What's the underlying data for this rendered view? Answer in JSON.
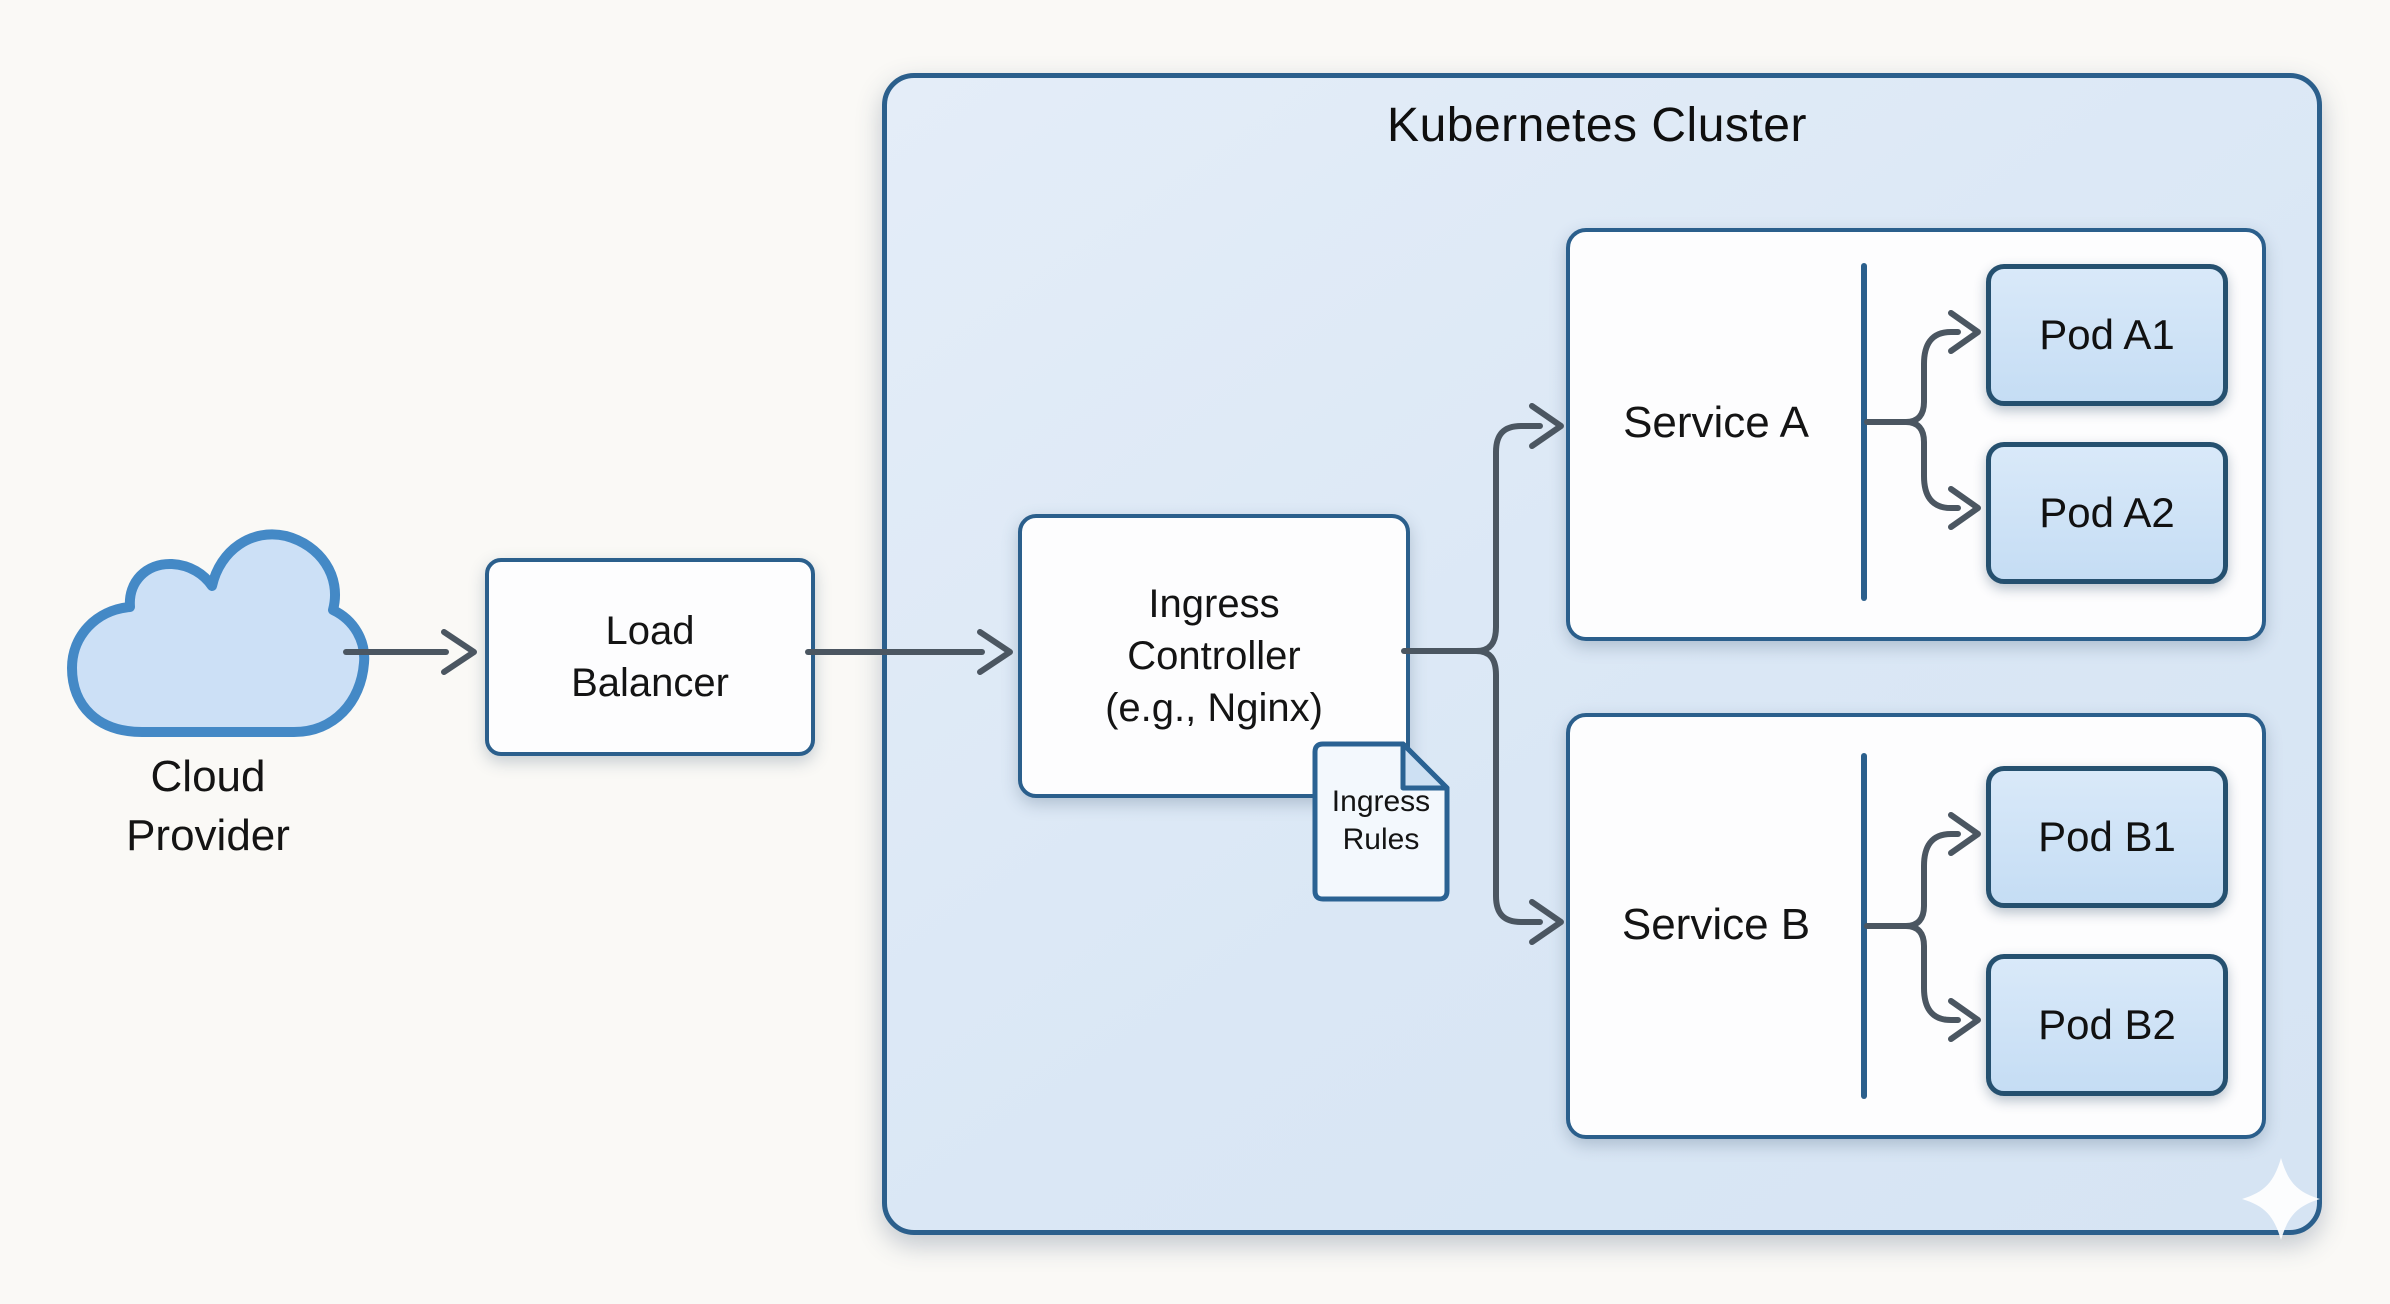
{
  "diagram": {
    "type": "architecture-diagram",
    "cluster": {
      "title": "Kubernetes Cluster",
      "fill_color": "#dde9f6",
      "border_color": "#2b5f8c"
    },
    "nodes": {
      "cloud_provider": {
        "icon": "cloud-icon",
        "lines": [
          "Cloud",
          "Provider"
        ],
        "fill_color": "#cce0f6",
        "border_color": "#4489c6"
      },
      "load_balancer": {
        "lines": [
          "Load",
          "Balancer"
        ]
      },
      "ingress_controller": {
        "lines": [
          "Ingress",
          "Controller",
          "(e.g., Nginx)"
        ]
      },
      "ingress_rules": {
        "icon": "document-icon",
        "lines": [
          "Ingress",
          "Rules"
        ]
      },
      "service_a": {
        "label": "Service A",
        "pods": [
          "Pod A1",
          "Pod A2"
        ]
      },
      "service_b": {
        "label": "Service B",
        "pods": [
          "Pod B1",
          "Pod B2"
        ]
      }
    },
    "edges": [
      {
        "from": "Cloud Provider",
        "to": "Load Balancer",
        "style": "arrow"
      },
      {
        "from": "Load Balancer",
        "to": "Ingress Controller",
        "style": "arrow"
      },
      {
        "from": "Ingress Controller",
        "to": "Service A",
        "style": "branch-arrow"
      },
      {
        "from": "Ingress Controller",
        "to": "Service B",
        "style": "branch-arrow"
      },
      {
        "from": "Service A",
        "to": "Pod A1",
        "style": "branch-arrow"
      },
      {
        "from": "Service A",
        "to": "Pod A2",
        "style": "branch-arrow"
      },
      {
        "from": "Service B",
        "to": "Pod B1",
        "style": "branch-arrow"
      },
      {
        "from": "Service B",
        "to": "Pod B2",
        "style": "branch-arrow"
      }
    ],
    "colors": {
      "background": "#faf9f6",
      "arrow": "#4b5661",
      "node_fill": "#fdfdfe",
      "node_border": "#2b5f8c",
      "pod_fill": "#c9dff5",
      "pod_border": "#25506f",
      "document_fill": "#f3f8fd",
      "document_fold": "#cde0f3",
      "text": "#141414"
    }
  }
}
